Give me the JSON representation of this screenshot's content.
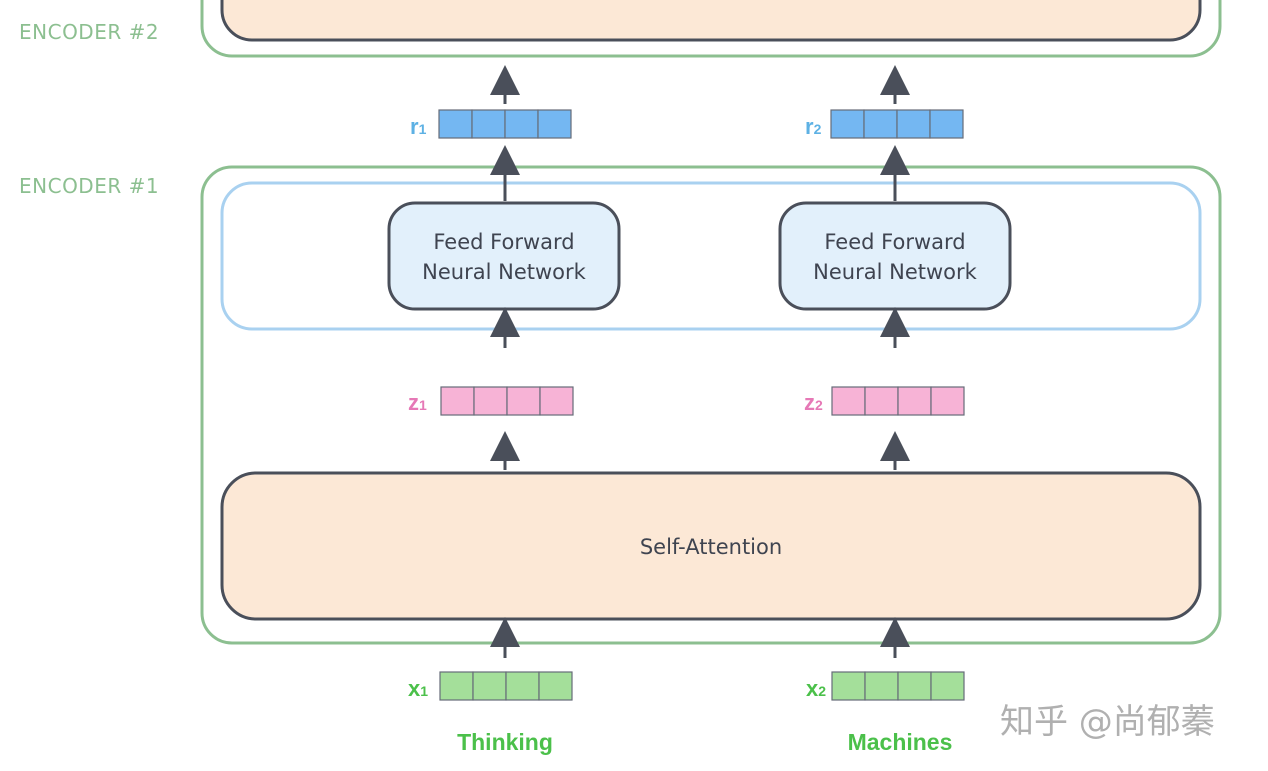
{
  "encoders": [
    {
      "label": "ENCODER #2"
    },
    {
      "label": "ENCODER #1"
    }
  ],
  "self_attention": {
    "label": "Self-Attention"
  },
  "ffnn": [
    {
      "line1": "Feed Forward",
      "line2": "Neural Network"
    },
    {
      "line1": "Feed Forward",
      "line2": "Neural Network"
    }
  ],
  "vectors": {
    "r": [
      {
        "base": "r",
        "sub": "1"
      },
      {
        "base": "r",
        "sub": "2"
      }
    ],
    "z": [
      {
        "base": "z",
        "sub": "1"
      },
      {
        "base": "z",
        "sub": "2"
      }
    ],
    "x": [
      {
        "base": "x",
        "sub": "1"
      },
      {
        "base": "x",
        "sub": "2"
      }
    ]
  },
  "words": [
    "Thinking",
    "Machines"
  ],
  "watermark": "知乎 @尚郁蓁",
  "colors": {
    "encoder_border": "#8cbf90",
    "ffnn_layer_border": "#a9d1f0",
    "ffnn_fill": "#e2f0fb",
    "attention_fill": "#fce8d6",
    "box_border": "#4a4f5a",
    "r_vector": "#74b7f2",
    "z_vector": "#f7b3d6",
    "x_vector": "#a4df9a",
    "r_label": "#5db1e4",
    "z_label": "#e678b6",
    "x_label": "#4bc04a",
    "arrow": "#4a4f5a"
  }
}
